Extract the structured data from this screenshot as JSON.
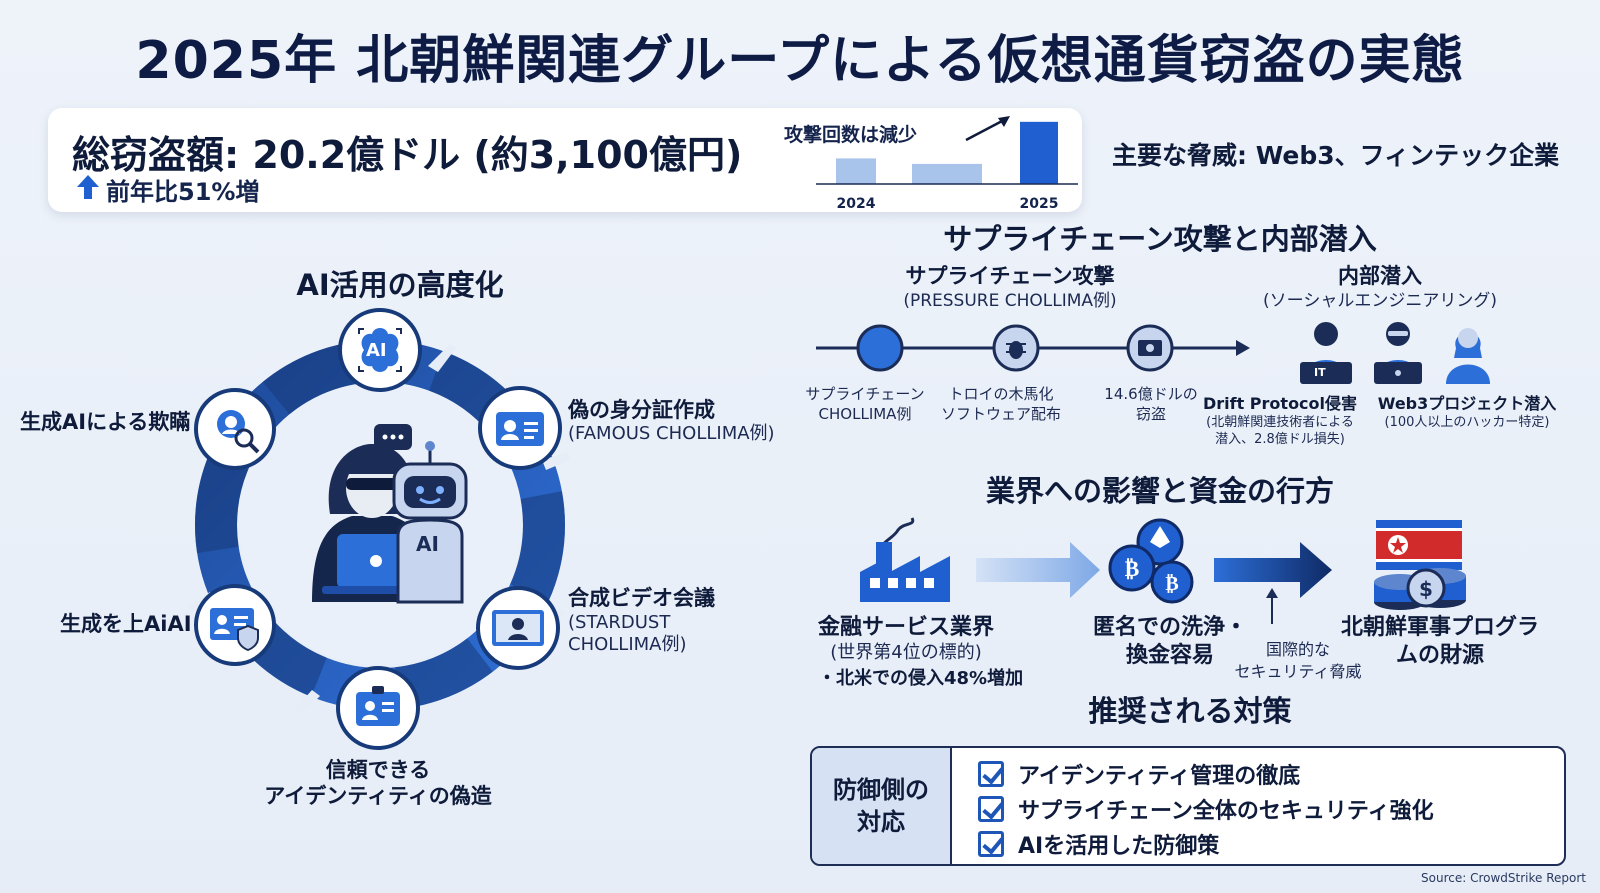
{
  "title": "2025年 北朝鮮関連グループによる仮想通貨窃盗の実態",
  "summary": {
    "total": "総窃盗額: 20.2億ドル (約3,100億円)",
    "yoy": "前年比51%増",
    "chart_title": "攻撃回数は減少",
    "main_threat": "主要な脅威: Web3、フィンテック企業"
  },
  "chart_data": {
    "type": "bar",
    "title": "攻撃回数は減少",
    "categories": [
      "2024",
      "",
      "2025"
    ],
    "values": [
      28,
      22,
      68
    ],
    "colors": [
      "#a9c4ea",
      "#a9c4ea",
      "#1f5fcf"
    ]
  },
  "ai": {
    "heading": "AI活用の高度化",
    "center_icon_label": "AI",
    "robot_label": "AI",
    "items": {
      "deception": "生成AIによる欺瞞",
      "fake_id_title": "偽の身分証作成",
      "fake_id_sub": "(FAMOUS CHOLLIMA例)",
      "video_title": "合成ビデオ会議",
      "video_sub": "(STARDUST",
      "video_sub2": "CHOLLIMA例)",
      "genai_left": "生成を上AiAI",
      "trusted_line1": "信頼できる",
      "trusted_line2": "アイデンティティの偽造"
    }
  },
  "supply": {
    "heading": "サプライチェーン攻撃と内部潜入",
    "sc_title": "サプライチェーン攻撃",
    "sc_sub": "(PRESSURE CHOLLIMA例)",
    "insider_title": "内部潜入",
    "insider_sub": "(ソーシャルエンジニアリング)",
    "steps": [
      {
        "line1": "サプライチェーン",
        "line2": "CHOLLIMA例"
      },
      {
        "line1": "トロイの木馬化",
        "line2": "ソフトウェア配布"
      },
      {
        "line1": "14.6億ドルの",
        "line2": "窃盗"
      }
    ],
    "it_label": "IT",
    "drift_title": "Drift Protocol侵害",
    "drift_sub1": "(北朝鮮関連技術者による",
    "drift_sub2": "潜入、2.8億ドル損失)",
    "web3_title": "Web3プロジェクト潜入",
    "web3_sub": "(100人以上のハッカー特定)"
  },
  "impact": {
    "heading": "業界への影響と資金の行方",
    "finance_title": "金融サービス業界",
    "finance_sub": "(世界第4位の標的)",
    "finance_note": "・北米での侵入48%増加",
    "launder_line1": "匿名での洗浄・",
    "launder_line2": "換金容易",
    "intl_line1": "国際的な",
    "intl_line2": "セキュリティ脅威",
    "military_line1": "北朝鮮軍事プログラ",
    "military_line2": "ムの財源"
  },
  "recommend": {
    "heading": "推奨される対策",
    "side_line1": "防御側の",
    "side_line2": "対応",
    "items": [
      "アイデンティティ管理の徹底",
      "サプライチェーン全体のセキュリティ強化",
      "AIを活用した防御策"
    ]
  },
  "source": "Source: CrowdStrike Report",
  "colors": {
    "navy": "#0e1c45",
    "blue": "#1f5fcf",
    "light_blue": "#a9c4ea",
    "ring_dark": "#173a7a"
  }
}
